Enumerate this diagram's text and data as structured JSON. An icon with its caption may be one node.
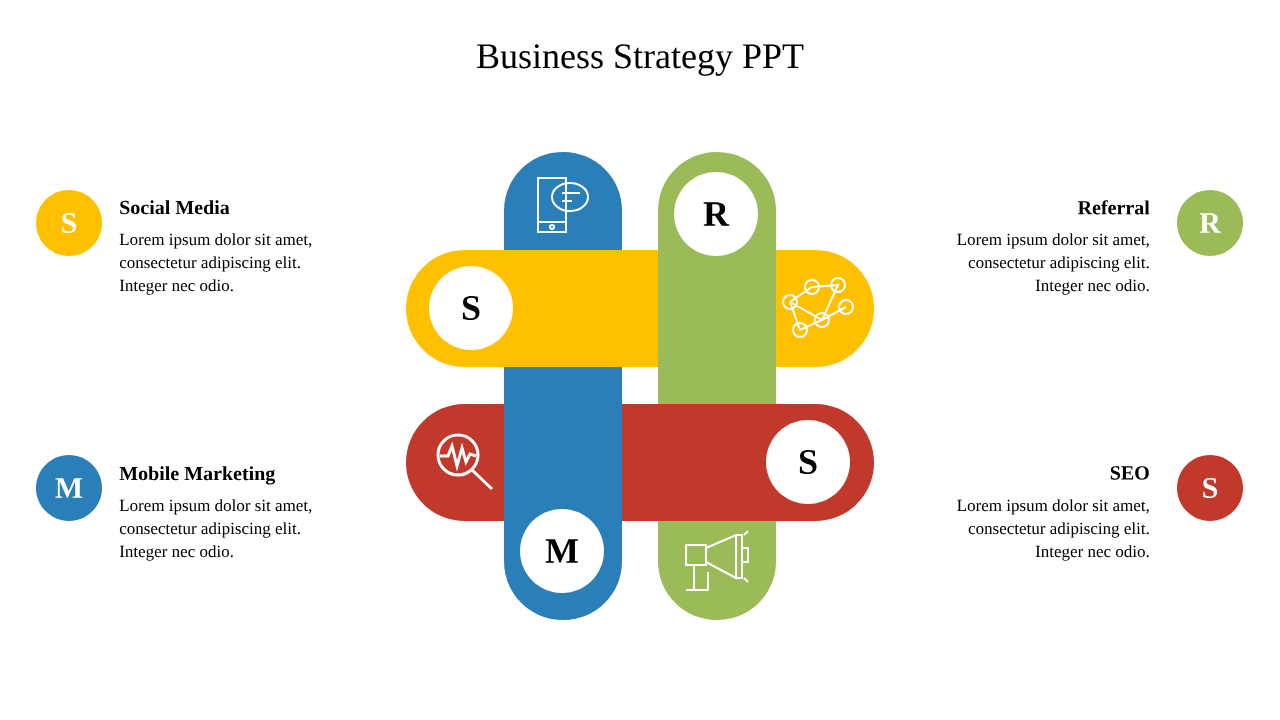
{
  "diagram": {
    "title": "Business Strategy PPT",
    "nodes": [
      {
        "text": [
          "S"
        ]
      },
      {
        "text": [
          "R"
        ]
      },
      {
        "text": [
          "S"
        ]
      },
      {
        "text": [
          "M"
        ]
      },
      {
        "text": [
          "S"
        ],
        "beside": [
          "Social Media",
          "Lorem ipsum dolor sit amet, consectetur adipiscing elit. Integer nec odio."
        ]
      },
      {
        "text": [
          "R"
        ],
        "beside": [
          "Referral",
          "Lorem ipsum dolor sit amet, consectetur adipiscing elit. Integer nec odio."
        ]
      },
      {
        "text": [
          "M"
        ],
        "beside": [
          "Mobile Marketing",
          "Lorem ipsum dolor sit amet, consectetur adipiscing elit. Integer nec odio."
        ]
      },
      {
        "text": [
          "S"
        ],
        "beside": [
          "SEO",
          "Lorem ipsum dolor sit amet, consectetur adipiscing elit. Integer nec odio."
        ]
      }
    ]
  }
}
